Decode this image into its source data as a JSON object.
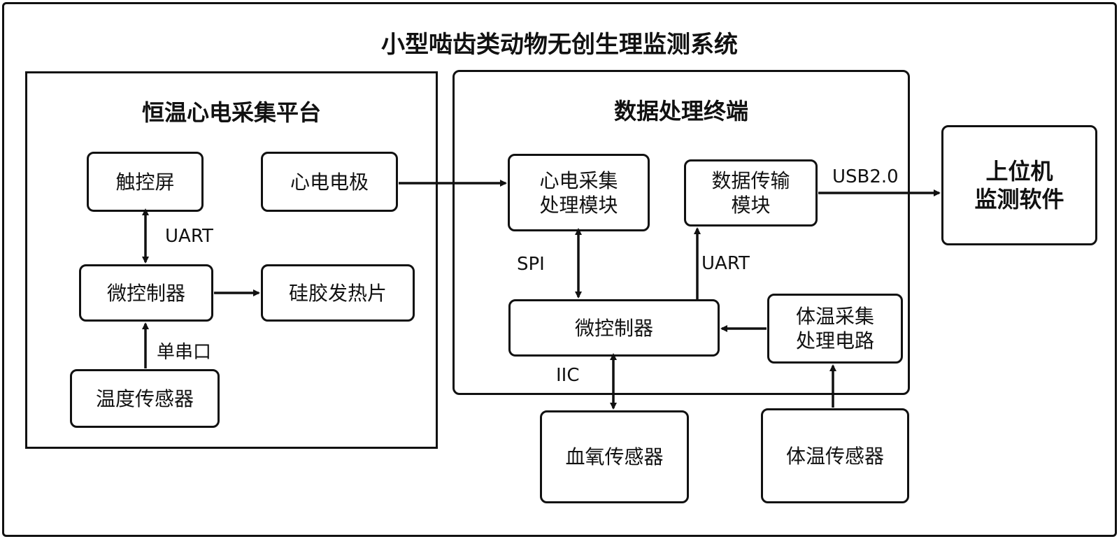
{
  "system_title": "小型啮齿类动物无创生理监测系统",
  "platform": {
    "title": "恒温心电采集平台",
    "touchscreen": "触控屏",
    "ecg_electrode": "心电电极",
    "mcu": "微控制器",
    "heater": "硅胶发热片",
    "temp_sensor": "温度传感器",
    "link_uart": "UART",
    "link_single_serial": "单串口"
  },
  "terminal": {
    "title": "数据处理终端",
    "ecg_module_line1": "心电采集",
    "ecg_module_line2": "处理模块",
    "transfer_module_line1": "数据传输",
    "transfer_module_line2": "模块",
    "mcu": "微控制器",
    "body_temp_circuit_line1": "体温采集",
    "body_temp_circuit_line2": "处理电路",
    "link_spi": "SPI",
    "link_uart": "UART",
    "link_iic": "IIC"
  },
  "external": {
    "spo2_sensor": "血氧传感器",
    "body_temp_sensor": "体温传感器",
    "host_line1": "上位机",
    "host_line2": "监测软件",
    "link_usb": "USB2.0"
  }
}
